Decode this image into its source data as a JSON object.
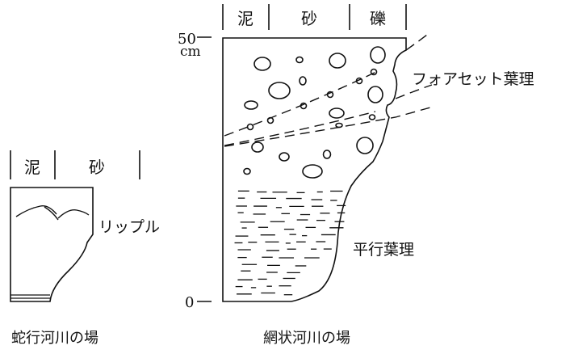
{
  "left_column": {
    "header": [
      "泥",
      "砂"
    ],
    "annotation": "リップル",
    "caption": "蛇行河川の場"
  },
  "right_column": {
    "header": [
      "泥",
      "砂",
      "礫"
    ],
    "scale_top": "50",
    "scale_unit": "cm",
    "scale_bottom": "0",
    "annotation_foreset": "フォアセット葉理",
    "annotation_parallel": "平行葉理",
    "caption": "網状河川の場"
  }
}
